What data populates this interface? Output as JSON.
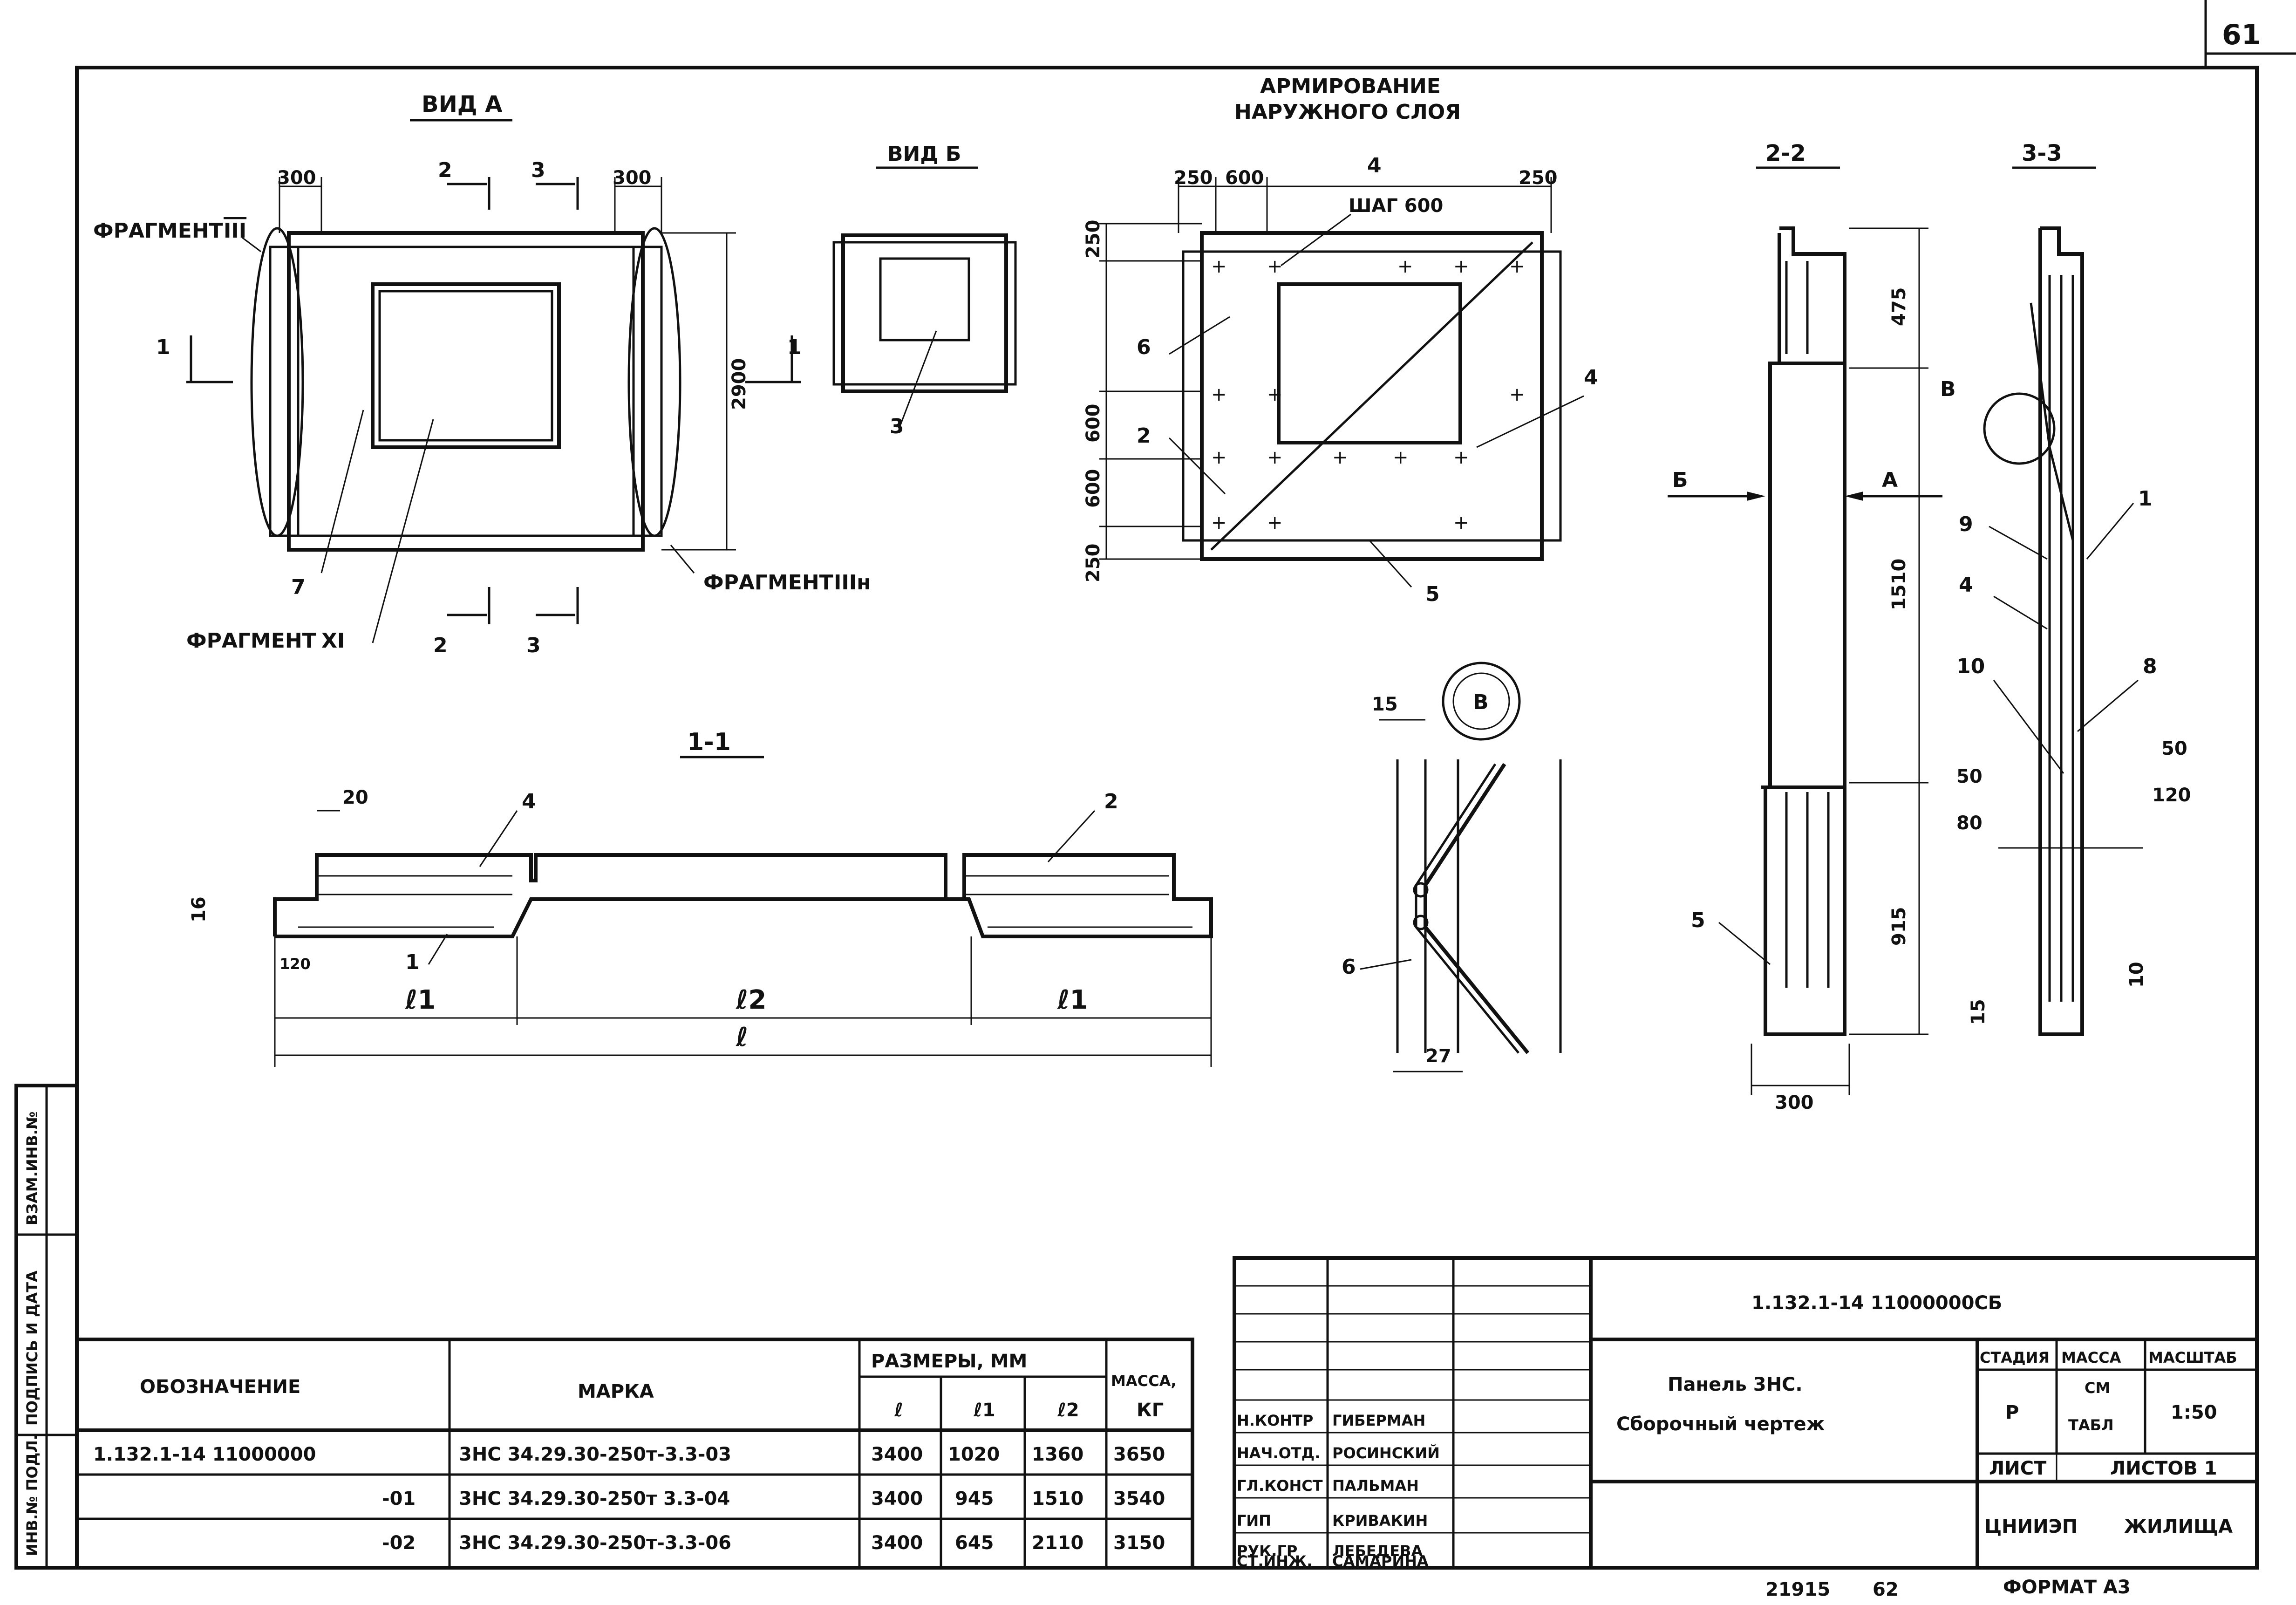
{
  "sheet_number": "61",
  "views": {
    "view_a": "ВИД А",
    "view_b": "ВИД Б",
    "reinforcement_title_1": "АРМИРОВАНИЕ",
    "reinforcement_title_2": "НАРУЖНОГО СЛОЯ",
    "section_2_2": "2-2",
    "section_3_3": "3-3",
    "section_1_1": "1-1"
  },
  "view_a_labels": {
    "fragment_iii": "ФРАГМЕНТ",
    "fragment_iii_num": "III",
    "fragment_iiin": "ФРАГМЕНТ",
    "fragment_iiin_num": "IIIн",
    "fragment_xi": "ФРАГМЕНТ",
    "fragment_xi_num": "XI",
    "dim_300_left": "300",
    "dim_300_right": "300",
    "dim_2900": "2900",
    "mark_1_left": "1",
    "mark_1_right": "1",
    "mark_2_top": "2",
    "mark_3_top": "3",
    "mark_2_bot": "2",
    "mark_3_bot": "3",
    "pos_7": "7"
  },
  "view_b_labels": {
    "pos_3": "3"
  },
  "reinforcement_labels": {
    "pos_4": "4",
    "step": "ШАГ 600",
    "dim_250": "250",
    "dim_600": "600",
    "dim_250_right": "250",
    "dim_v_250_top": "250",
    "dim_v_600_a": "600",
    "dim_v_600_b": "600",
    "dim_v_250_bot": "250",
    "pos_6": "6",
    "pos_2": "2",
    "pos_4b": "4",
    "pos_5": "5"
  },
  "section_1_1_labels": {
    "dim_20": "20",
    "pos_4": "4",
    "pos_2": "2",
    "dim_16": "16",
    "dim_120": "120",
    "pos_1": "1",
    "l1_left": "ℓ1",
    "l2": "ℓ2",
    "l1_right": "ℓ1",
    "l": "ℓ"
  },
  "fragment_b_labels": {
    "circle_b": "В",
    "dim_15": "15",
    "pos_6": "6",
    "dim_27": "27"
  },
  "section_2_2_labels": {
    "arrow_b": "Б",
    "arrow_a": "А",
    "dim_475": "475",
    "dim_1510": "1510",
    "dim_915": "915",
    "dim_300": "300",
    "pos_5": "5"
  },
  "section_3_3_labels": {
    "circle_b": "В",
    "pos_9": "9",
    "pos_1": "1",
    "pos_4": "4",
    "pos_10": "10",
    "pos_8": "8",
    "dim_50a": "50",
    "dim_50b": "50",
    "dim_80": "80",
    "dim_120": "120",
    "dim_10": "10",
    "dim_15": "15"
  },
  "spec_table": {
    "h_designation": "ОБОЗНАЧЕНИЕ",
    "h_mark": "МАРКА",
    "h_sizes": "РАЗМЕРЫ, ММ",
    "h_mass": "МАССА,",
    "h_l": "ℓ",
    "h_l1": "ℓ1",
    "h_l2": "ℓ2",
    "h_kg": "КГ",
    "rows": [
      {
        "designation": "1.132.1-14 11000000",
        "mark": "3НС 34.29.30-250т-3.3-03",
        "l": "3400",
        "l1": "1020",
        "l2": "1360",
        "mass": "3650"
      },
      {
        "designation": "-01",
        "mark": "3НС 34.29.30-250т 3.3-04",
        "l": "3400",
        "l1": "945",
        "l2": "1510",
        "mass": "3540"
      },
      {
        "designation": "-02",
        "mark": "3НС 34.29.30-250т-3.3-06",
        "l": "3400",
        "l1": "645",
        "l2": "2110",
        "mass": "3150"
      }
    ]
  },
  "title_block": {
    "doc_code": "1.132.1-14   11000000СБ",
    "title_line1": "Панель 3НС.",
    "title_line2": "Сборочный чертеж",
    "h_stage": "СТАДИЯ",
    "h_mass": "МАССА",
    "h_scale": "МАСШТАБ",
    "stage": "Р",
    "mass_1": "СМ",
    "mass_2": "ТАБЛ",
    "scale": "1:50",
    "sheet": "ЛИСТ",
    "sheets": "ЛИСТОВ 1",
    "org_1": "ЦНИИЭП",
    "org_2": "ЖИЛИЩА",
    "staff": [
      {
        "role": "Н.КОНТР",
        "name": "ГИБЕРМАН"
      },
      {
        "role": "НАЧ.ОТД.",
        "name": "РОСИНСКИЙ"
      },
      {
        "role": "ГЛ.КОНСТ",
        "name": "ПАЛЬМАН"
      },
      {
        "role": "ГИП",
        "name": "КРИВАКИН"
      },
      {
        "role": "РУК.ГР",
        "name": "ЛЕБЕДЕВА"
      },
      {
        "role": "СТ.ИНЖ.",
        "name": "САМАРИНА"
      }
    ]
  },
  "side_stamp": {
    "inv_podl": "ИНВ.№ ПОДЛ.",
    "podpis": "ПОДПИСЬ И ДАТА",
    "vzam": "ВЗАМ.ИНВ.№"
  },
  "footer": {
    "inv": "21915",
    "page": "62",
    "format": "ФОРМАТ А3"
  }
}
